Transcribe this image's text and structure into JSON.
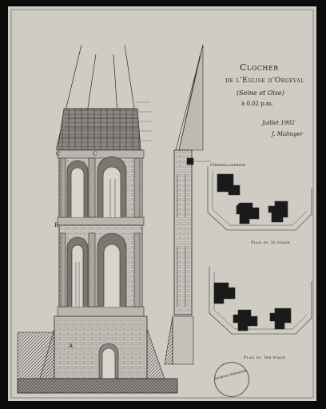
{
  "drawing": {
    "title_line1": "Clocher",
    "title_line2": "de l'Eglise d'Orgeval",
    "title_line3": "(Seine et Oise)",
    "scale": "à 0.02 p.m.",
    "date": "Juillet 1902",
    "signature": "J. Malinger",
    "note": "Chéneau existant",
    "plan_upper": "Plan du 2e étage",
    "plan_lower": "Plan du 1er étage",
    "section_labels": [
      "C",
      "C",
      "B",
      "A"
    ],
    "stamp_text": "Archives Nationales"
  },
  "colors": {
    "paper": "#cfccc4",
    "ink": "#2a2a2a",
    "dark_fill": "#1a1a1a",
    "border": "#0b0b0b"
  }
}
